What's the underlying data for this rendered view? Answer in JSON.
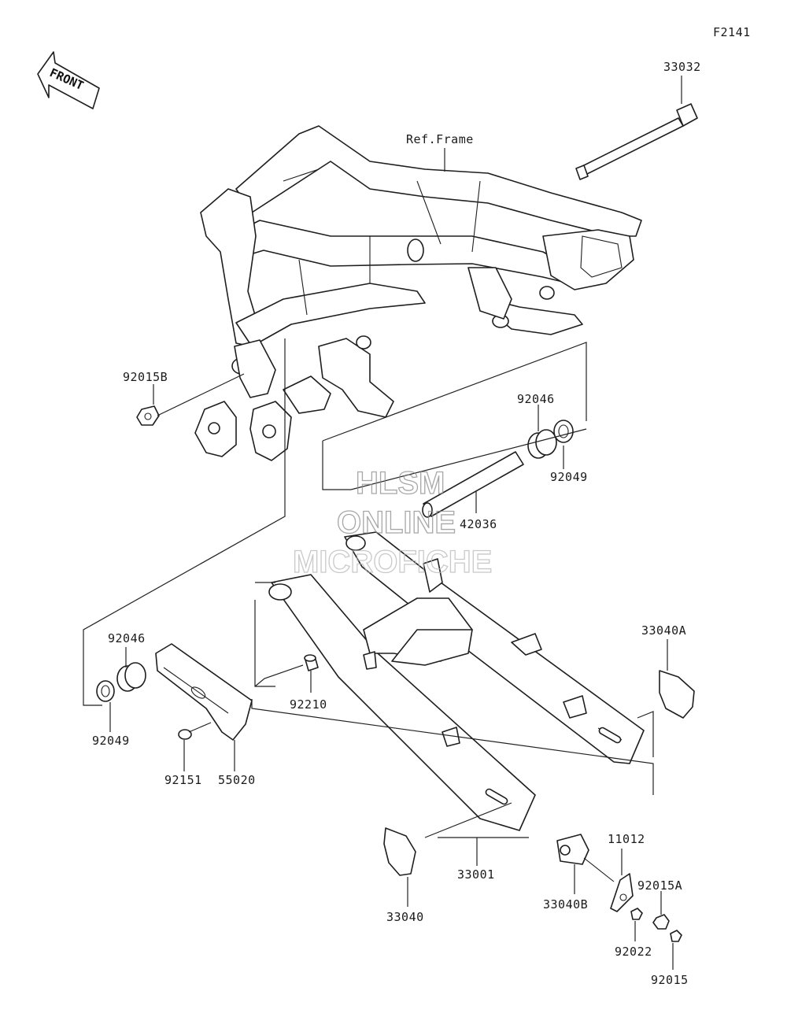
{
  "figure_code": "F2141",
  "front_label": "FRONT",
  "ref_frame_label": "Ref.Frame",
  "watermark": {
    "line1": "HLSM",
    "line2": "ONLINE",
    "line3": "MICROFICHE"
  },
  "parts": [
    {
      "id": "p33032",
      "number": "33032"
    },
    {
      "id": "p92015B",
      "number": "92015B"
    },
    {
      "id": "p92046a",
      "number": "92046"
    },
    {
      "id": "p92049a",
      "number": "92049"
    },
    {
      "id": "p42036",
      "number": "42036"
    },
    {
      "id": "p92046b",
      "number": "92046"
    },
    {
      "id": "p92049b",
      "number": "92049"
    },
    {
      "id": "p92210",
      "number": "92210"
    },
    {
      "id": "p33040A",
      "number": "33040A"
    },
    {
      "id": "p92151",
      "number": "92151"
    },
    {
      "id": "p55020",
      "number": "55020"
    },
    {
      "id": "p11012",
      "number": "11012"
    },
    {
      "id": "p92015A",
      "number": "92015A"
    },
    {
      "id": "p33001",
      "number": "33001"
    },
    {
      "id": "p33040",
      "number": "33040"
    },
    {
      "id": "p33040B",
      "number": "33040B"
    },
    {
      "id": "p92022",
      "number": "92022"
    },
    {
      "id": "p92015",
      "number": "92015"
    }
  ]
}
